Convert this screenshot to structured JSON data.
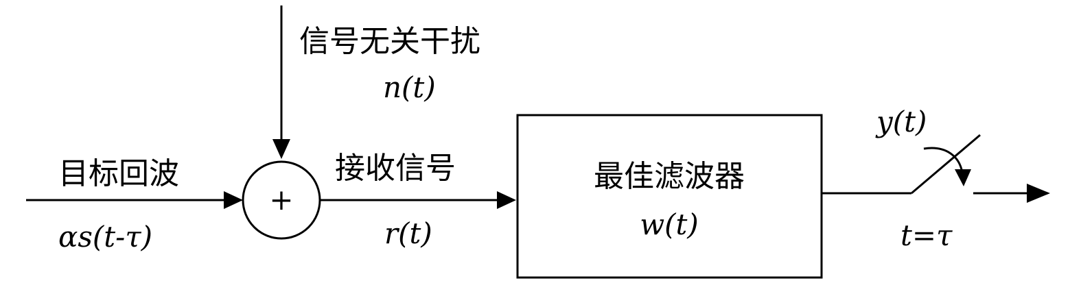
{
  "labels": {
    "interference_title": "信号无关干扰",
    "interference_expr": "n(t)",
    "echo_title": "目标回波",
    "echo_expr": "αs(t-τ)",
    "received_title": "接收信号",
    "received_expr": "r(t)",
    "filter_title": "最佳滤波器",
    "filter_expr": "w(t)",
    "output_expr": "y(t)",
    "sampling_expr": "t=τ",
    "summer_symbol": "+"
  }
}
